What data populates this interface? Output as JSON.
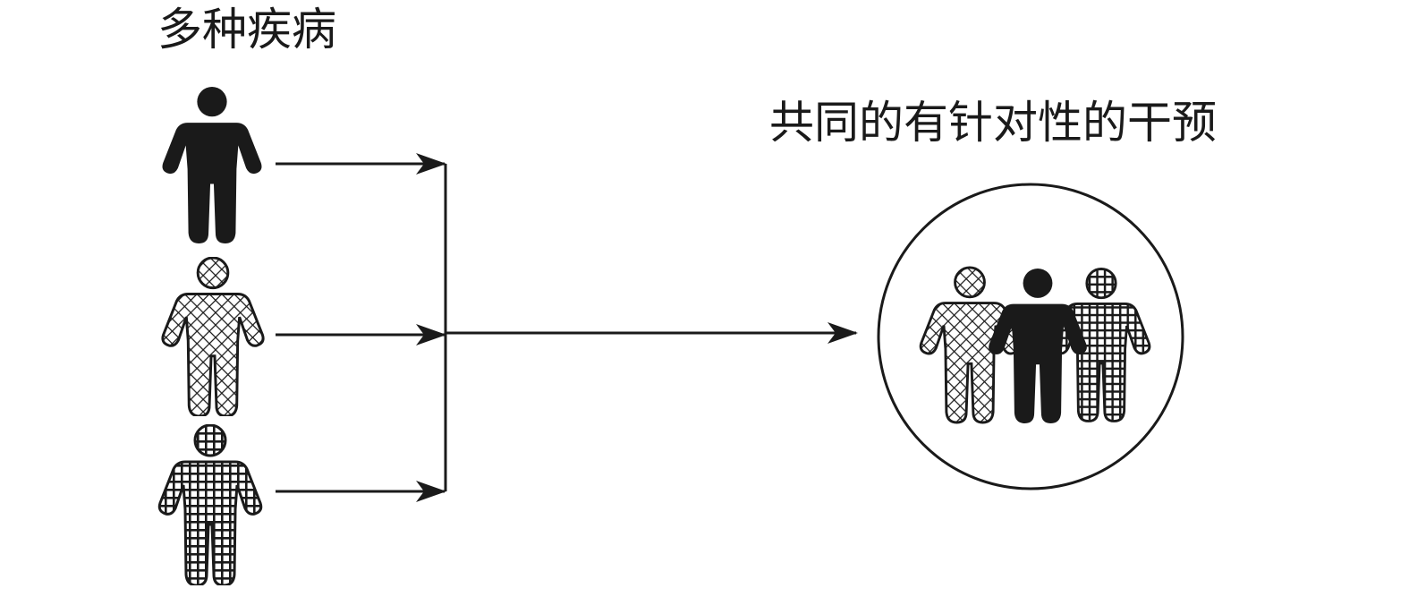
{
  "diagram": {
    "left_title": "多种疾病",
    "right_title": "共同的有针对性的干预",
    "people": [
      {
        "pattern": "solid"
      },
      {
        "pattern": "diamond-crosshatch"
      },
      {
        "pattern": "grid"
      }
    ],
    "group": [
      "diamond-crosshatch",
      "solid",
      "grid"
    ],
    "colors": {
      "ink": "#1a1a1a",
      "background": "#ffffff"
    }
  }
}
